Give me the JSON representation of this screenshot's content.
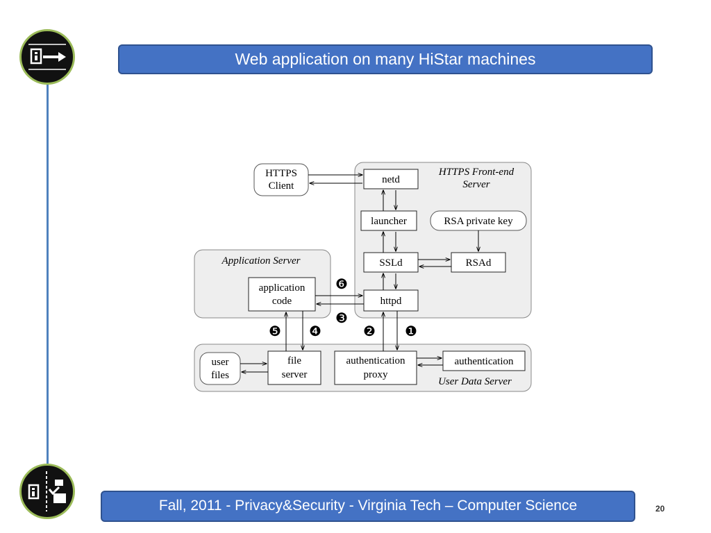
{
  "slide": {
    "title": "Web application on many HiStar machines",
    "footer": "Fall, 2011  - Privacy&Security  - Virginia Tech – Computer Science",
    "page_number": "20"
  },
  "icons": {
    "top": "document-arrow-icon",
    "bottom": "document-checkpoint-icon"
  },
  "diagram": {
    "regions": {
      "frontend": [
        "HTTPS Front-end",
        "Server"
      ],
      "appserver": "Application Server",
      "userdata": "User Data Server"
    },
    "nodes": {
      "https_client": [
        "HTTPS",
        "Client"
      ],
      "netd": "netd",
      "launcher": "launcher",
      "rsa_key": "RSA private key",
      "ssld": "SSLd",
      "rsad": "RSAd",
      "httpd": "httpd",
      "app_code": [
        "application",
        "code"
      ],
      "user_files": [
        "user",
        "files"
      ],
      "file_server": [
        "file",
        "server"
      ],
      "auth_proxy": [
        "authentication",
        "proxy"
      ],
      "authentication": "authentication"
    },
    "steps": [
      "❶",
      "❷",
      "❸",
      "❹",
      "❺",
      "❻"
    ]
  }
}
